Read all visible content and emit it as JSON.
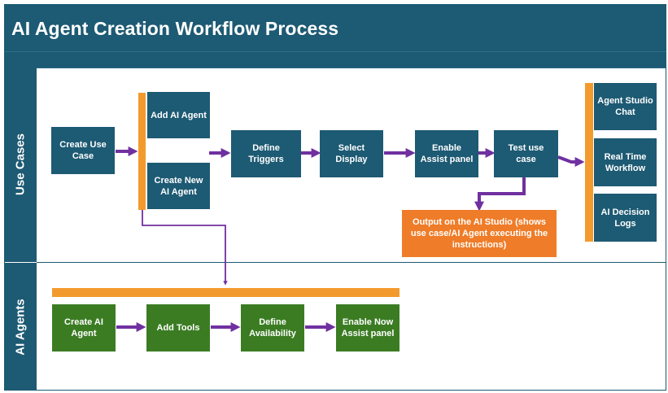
{
  "title": "AI Agent Creation Workflow Process",
  "lanes": {
    "use_cases": "Use Cases",
    "ai_agents": "AI Agents"
  },
  "use_cases": {
    "create_use_case": "Create Use Case",
    "add_ai_agent": "Add AI Agent",
    "create_new_ai_agent": "Create New AI Agent",
    "define_triggers": "Define Triggers",
    "select_display": "Select Display",
    "enable_assist_panel": "Enable Assist panel",
    "test_use_case": "Test use case",
    "output": "Output on the AI Studio (shows use case/AI Agent executing the instructions)",
    "agent_studio_chat": "Agent Studio Chat",
    "real_time_workflow": "Real Time Workflow",
    "ai_decision_logs": "AI Decision Logs"
  },
  "ai_agents": {
    "create_ai_agent": "Create AI Agent",
    "add_tools": "Add Tools",
    "define_availability": "Define Availability",
    "enable_now_assist_panel": "Enable Now Assist panel"
  },
  "colors": {
    "header": "#1d5a73",
    "step_blue": "#1d5a73",
    "step_green": "#3b7c23",
    "output_orange": "#ef7c28",
    "bar_orange": "#f39a2e",
    "arrow_purple": "#7030a0"
  }
}
